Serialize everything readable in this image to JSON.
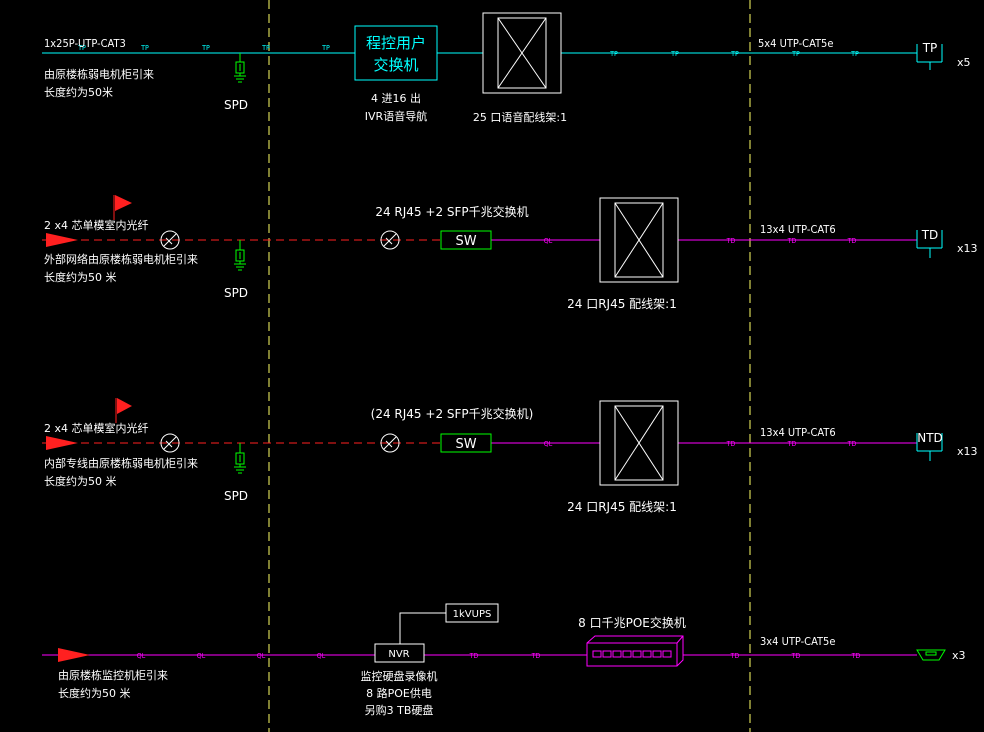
{
  "colors": {
    "background": "#000000",
    "telephone": "#00ffff",
    "network": "#ff00ff",
    "fiber": "#ff2020",
    "divider": "#ffff66",
    "text": "#ffffff",
    "spd": "#00ff00",
    "poe": "#ff00ff"
  },
  "rows": {
    "tel": {
      "cable_label": "1x25P-UTP-CAT3",
      "source_1": "由原楼栋弱电机柜引来",
      "source_2": "长度约为50米",
      "spd_label": "SPD",
      "pbx_1": "程控用户",
      "pbx_2": "交换机",
      "pbx_note_1": "4 进16 出",
      "pbx_note_2": "IVR语音导航",
      "patch_label": "25 口语音配线架:1",
      "out_cable": "5x4 UTP-CAT5e",
      "terminal": "TP",
      "qty": "x5",
      "wire_tag": "TP"
    },
    "ext": {
      "fiber_label": "2 x4 芯单模室内光纤",
      "source_1": "外部网络由原楼栋弱电机柜引来",
      "source_2": "长度约为50 米",
      "spd_label": "SPD",
      "switch_title": "24 RJ45 +2 SFP千兆交换机",
      "switch": "SW",
      "patch_label": "24 口RJ45 配线架:1",
      "out_cable": "13x4 UTP-CAT6",
      "terminal": "TD",
      "qty": "x13",
      "tag_a": "QL",
      "tag_b": "TD"
    },
    "int": {
      "fiber_label": "2 x4 芯单模室内光纤",
      "source_1": "内部专线由原楼栋弱电机柜引来",
      "source_2": "长度约为50 米",
      "spd_label": "SPD",
      "switch_title": "(24 RJ45 +2 SFP千兆交换机)",
      "switch": "SW",
      "patch_label": "24 口RJ45 配线架:1",
      "out_cable": "13x4 UTP-CAT6",
      "terminal": "NTD",
      "qty": "x13",
      "tag_a": "QL",
      "tag_b": "TD"
    },
    "cctv": {
      "source_1": "由原楼栋监控机柜引来",
      "source_2": "长度约为50 米",
      "ups": "1kVUPS",
      "nvr": "NVR",
      "nvr_note_1": "监控硬盘录像机",
      "nvr_note_2": "8 路POE供电",
      "nvr_note_3": "另购3 TB硬盘",
      "poe_title": "8 口千兆POE交换机",
      "out_cable": "3x4 UTP-CAT5e",
      "qty": "x3",
      "tag_a": "QL",
      "tag_b": "TD"
    }
  }
}
